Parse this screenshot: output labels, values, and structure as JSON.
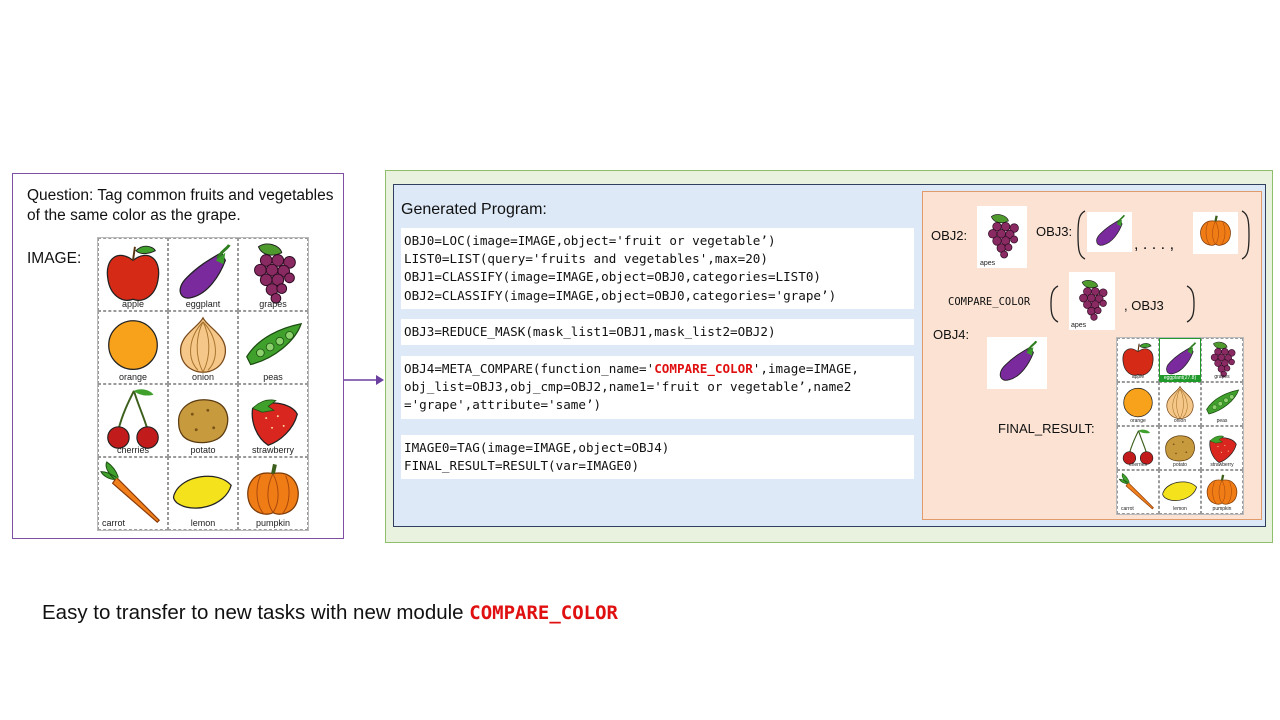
{
  "question": {
    "text": "Question: Tag common fruits and vegetables of the same color as the grape.",
    "image_label": "IMAGE:"
  },
  "fruit_grid": {
    "items": [
      "apple",
      "eggplant",
      "grapes",
      "orange",
      "onion",
      "peas",
      "cherries",
      "potato",
      "strawberry",
      "carrot",
      "lemon",
      "pumpkin"
    ]
  },
  "program": {
    "title": "Generated Program:",
    "blocks": [
      [
        "OBJ0=LOC(image=IMAGE,object='fruit or vegetable’)",
        "LIST0=LIST(query='fruits and vegetables',max=20)",
        "OBJ1=CLASSIFY(image=IMAGE,object=OBJ0,categories=LIST0)",
        "OBJ2=CLASSIFY(image=IMAGE,object=OBJ0,categories='grape’)"
      ],
      [
        "OBJ3=REDUCE_MASK(mask_list1=OBJ1,mask_list2=OBJ2)"
      ],
      {
        "line1_prefix": "OBJ4=META_COMPARE(function_name='",
        "line1_highlight": "COMPARE_COLOR",
        "line1_suffix": "',image=IMAGE,",
        "line2": "obj_list=OBJ3,obj_cmp=OBJ2,name1='fruit or vegetable’,name2",
        "line3": "='grape',attribute='same’)"
      },
      [
        "IMAGE0=TAG(image=IMAGE,object=OBJ4)",
        "FINAL_RESULT=RESULT(var=IMAGE0)"
      ]
    ]
  },
  "result": {
    "obj2_label": "OBJ2:",
    "obj3_label": "OBJ3:",
    "ellipsis": ", . . . ,",
    "compare_label": "COMPARE_COLOR",
    "compare_arg": ", OBJ3",
    "obj4_label": "OBJ4:",
    "final_label": "FINAL_RESULT:",
    "crop_label": "apes",
    "tag_label": "eggplant(27.8)"
  },
  "caption": {
    "text": "Easy to transfer to new tasks with new module ",
    "highlight": "COMPARE_COLOR"
  },
  "colors": {
    "highlight": "#e01010",
    "question_border": "#7e4fa3",
    "outer_fill": "#e9f2de",
    "inner_fill": "#dde9f6",
    "result_fill": "#fbe2d3"
  }
}
